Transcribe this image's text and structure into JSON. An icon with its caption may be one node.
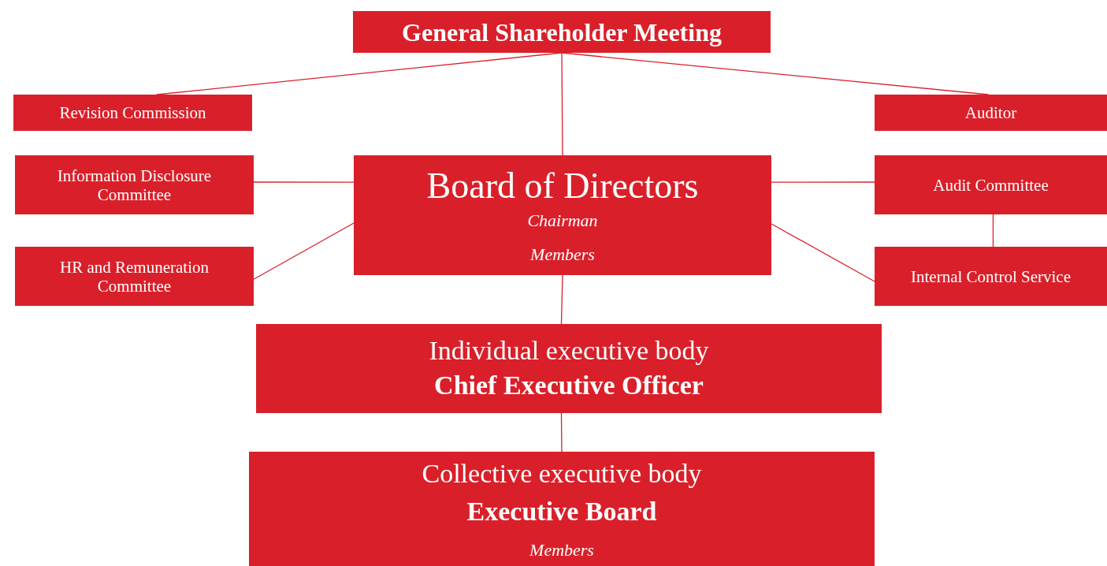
{
  "diagram": {
    "nodes": [
      {
        "text": [
          "General Shareholder Meeting"
        ]
      },
      {
        "text": [
          "Revision Commission"
        ]
      },
      {
        "text": [
          "Auditor"
        ]
      },
      {
        "text": [
          "Information Disclosure Committee"
        ]
      },
      {
        "text": [
          "Board of Directors",
          "Chairman",
          "Members"
        ]
      },
      {
        "text": [
          "Audit Committee"
        ]
      },
      {
        "text": [
          "HR and Remuneration Committee"
        ]
      },
      {
        "text": [
          "Internal Control Service"
        ]
      },
      {
        "text": [
          "Individual executive body",
          "Chief Executive Officer"
        ]
      },
      {
        "text": [
          "Collective executive body",
          "Executive Board",
          "Members"
        ]
      }
    ],
    "edges": [
      {
        "from": 0,
        "to": 1,
        "arrow": "none"
      },
      {
        "from": 0,
        "to": 2,
        "arrow": "none"
      },
      {
        "from": 0,
        "to": 4,
        "arrow": "none"
      },
      {
        "from": 4,
        "to": 3,
        "arrow": "none"
      },
      {
        "from": 4,
        "to": 6,
        "arrow": "none"
      },
      {
        "from": 4,
        "to": 5,
        "arrow": "none"
      },
      {
        "from": 4,
        "to": 7,
        "arrow": "none"
      },
      {
        "from": 5,
        "to": 7,
        "arrow": "none"
      },
      {
        "from": 4,
        "to": 8,
        "arrow": "none"
      },
      {
        "from": 8,
        "to": 9,
        "arrow": "none"
      }
    ]
  }
}
